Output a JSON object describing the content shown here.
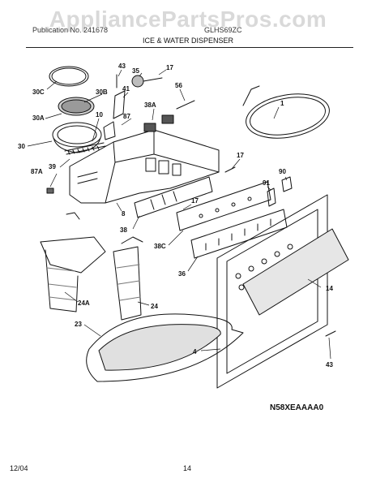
{
  "watermark": "AppliancePartsPros.com",
  "header": {
    "left": "Publication No. 241678",
    "right": "GLHS69ZC",
    "subtitle": "ICE & WATER DISPENSER"
  },
  "callouts": [
    "30C",
    "43",
    "35",
    "17",
    "30B",
    "41",
    "56",
    "1",
    "30A",
    "10",
    "87",
    "38A",
    "30",
    "39",
    "17",
    "87A",
    "90",
    "91",
    "8",
    "17",
    "38",
    "38C",
    "36",
    "14",
    "24A",
    "24",
    "23",
    "4",
    "43"
  ],
  "model_code": "N58XEAAAA0",
  "footer": {
    "date": "12/04",
    "page": "14"
  }
}
